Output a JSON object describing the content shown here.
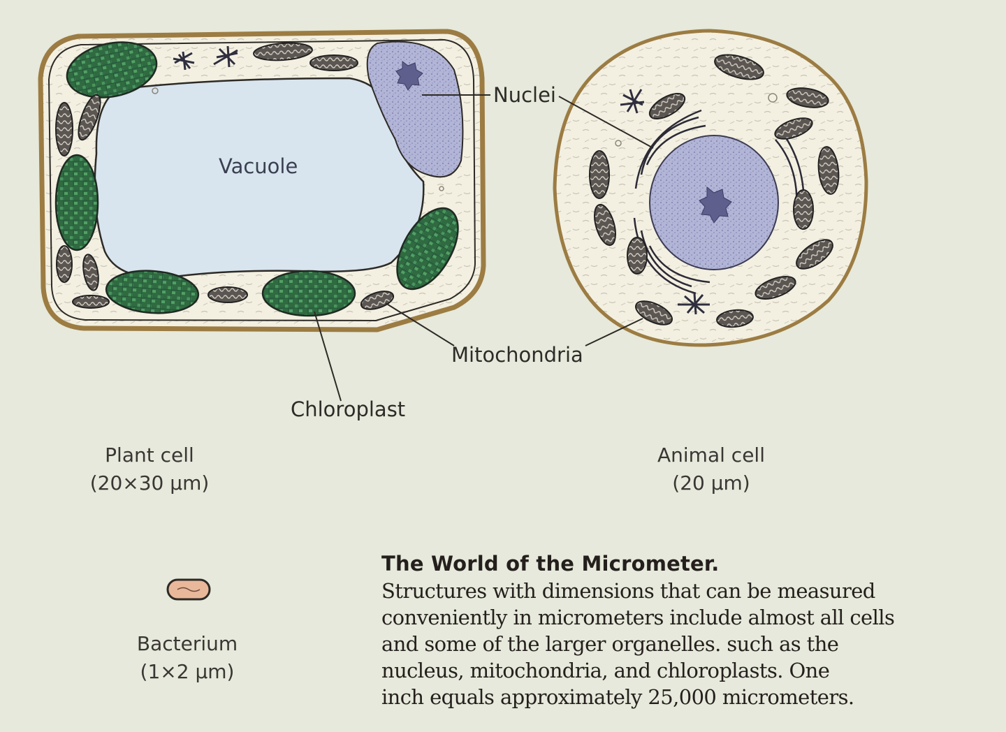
{
  "labels": {
    "vacuole": "Vacuole",
    "nuclei": "Nuclei",
    "mitochondria": "Mitochondria",
    "chloroplast": "Chloroplast"
  },
  "cells": {
    "plant": {
      "name": "Plant cell",
      "size": "(20×30 μm)"
    },
    "animal": {
      "name": "Animal cell",
      "size": "(20 μm)"
    },
    "bacterium": {
      "name": "Bacterium",
      "size": "(1×2 μm)"
    }
  },
  "caption": {
    "title": "The World of the Micrometer.",
    "lines": [
      "Structures with dimensions that can be measured",
      "conveniently in micrometers include almost all cells",
      "and some of the larger organelles. such as the",
      "nucleus, mitochondria, and chloroplasts. One",
      "inch equals approximately 25,000 micrometers."
    ]
  },
  "colors": {
    "background": "#e6e9db",
    "cell_wall": "#9c7c43",
    "cytoplasm": "#f3f0e2",
    "vacuole": "#d8e4ee",
    "nucleus": "#aeb2d4",
    "chloroplast": "#3c7a4e",
    "mitochondrion": "#5a5550"
  }
}
